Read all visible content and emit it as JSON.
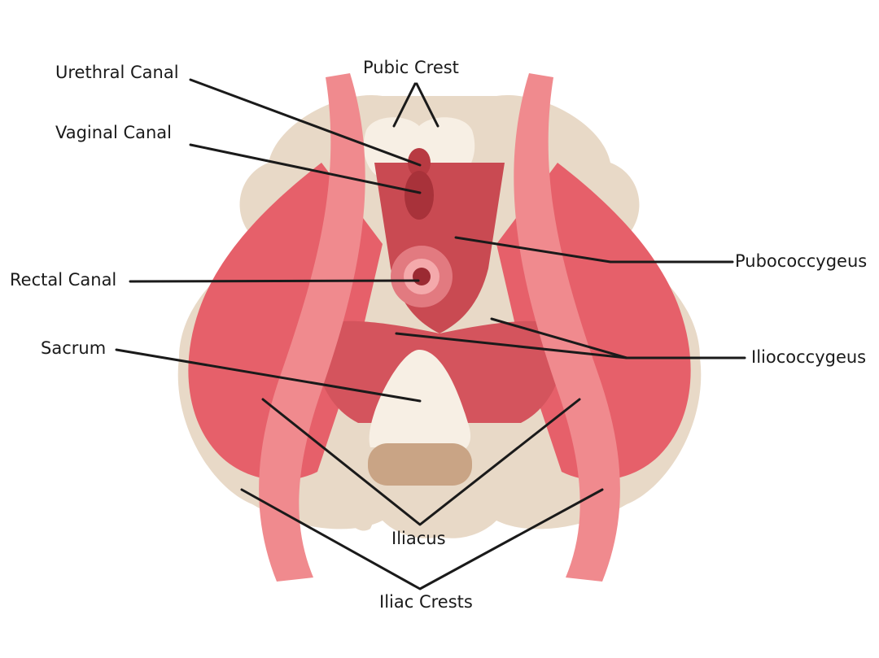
{
  "labels": {
    "urethral_canal": "Urethral Canal",
    "vaginal_canal": "Vaginal Canal",
    "rectal_canal": "Rectal Canal",
    "sacrum": "Sacrum",
    "pubic_crest": "Pubic Crest",
    "pubococcygeus": "Pubococcygeus",
    "iliococcygeus": "Iliococcygeus",
    "iliacus": "Iliacus",
    "iliac_crests": "Iliac Crests"
  },
  "colors": {
    "bone": "#e8d9c7",
    "bone_light": "#f7efe4",
    "muscle": "#e6606a",
    "muscle_dark": "#c94a52",
    "muscle_band": "#f08a8e",
    "muscle_deep": "#b83a42",
    "coccyx": "#c9a485",
    "leader_line": "#1a1a1a"
  }
}
